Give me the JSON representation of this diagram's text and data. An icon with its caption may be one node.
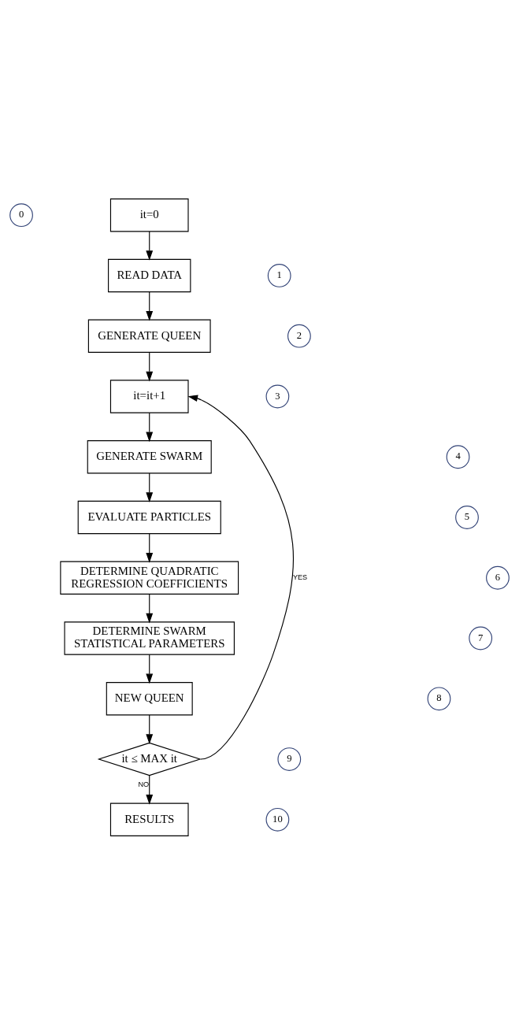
{
  "diagram": {
    "nodes": [
      {
        "text": [
          "0"
        ]
      },
      {
        "text": [
          "it=0"
        ]
      },
      {
        "text": [
          "1"
        ]
      },
      {
        "text": [
          "READ DATA"
        ]
      },
      {
        "text": [
          "2"
        ]
      },
      {
        "text": [
          "GENERATE QUEEN"
        ]
      },
      {
        "text": [
          "3"
        ]
      },
      {
        "text": [
          "it=it+1"
        ]
      },
      {
        "text": [
          "4"
        ]
      },
      {
        "text": [
          "GENERATE SWARM"
        ]
      },
      {
        "text": [
          "5"
        ]
      },
      {
        "text": [
          "EVALUATE PARTICLES"
        ]
      },
      {
        "text": [
          "6"
        ]
      },
      {
        "text": [
          "DETERMINE QUADRATIC REGRESSION COEFFICIENTS"
        ]
      },
      {
        "text": [
          "7"
        ]
      },
      {
        "text": [
          "DETERMINE SWARM STATISTICAL PARAMETERS"
        ]
      },
      {
        "text": [
          "8"
        ]
      },
      {
        "text": [
          "NEW QUEEN"
        ]
      },
      {
        "text": [
          "9"
        ]
      },
      {
        "text": [
          "it ≤ MAX it"
        ]
      },
      {
        "text": [
          "10"
        ]
      },
      {
        "text": [
          "RESULTS"
        ]
      }
    ],
    "edges": [
      {
        "from": 1,
        "to": 3,
        "arrow": "to"
      },
      {
        "from": 3,
        "to": 5,
        "arrow": "to"
      },
      {
        "from": 5,
        "to": 7,
        "arrow": "to"
      },
      {
        "from": 7,
        "to": 9,
        "arrow": "to"
      },
      {
        "from": 9,
        "to": 11,
        "arrow": "to"
      },
      {
        "from": 11,
        "to": 13,
        "arrow": "to"
      },
      {
        "from": 13,
        "to": 15,
        "arrow": "to"
      },
      {
        "from": 15,
        "to": 17,
        "arrow": "to"
      },
      {
        "from": 17,
        "to": 19,
        "arrow": "to"
      },
      {
        "from": 19,
        "to": 7,
        "arrow": "to",
        "label": "YES"
      },
      {
        "from": 19,
        "to": 21,
        "arrow": "to",
        "label": "NO"
      }
    ]
  }
}
